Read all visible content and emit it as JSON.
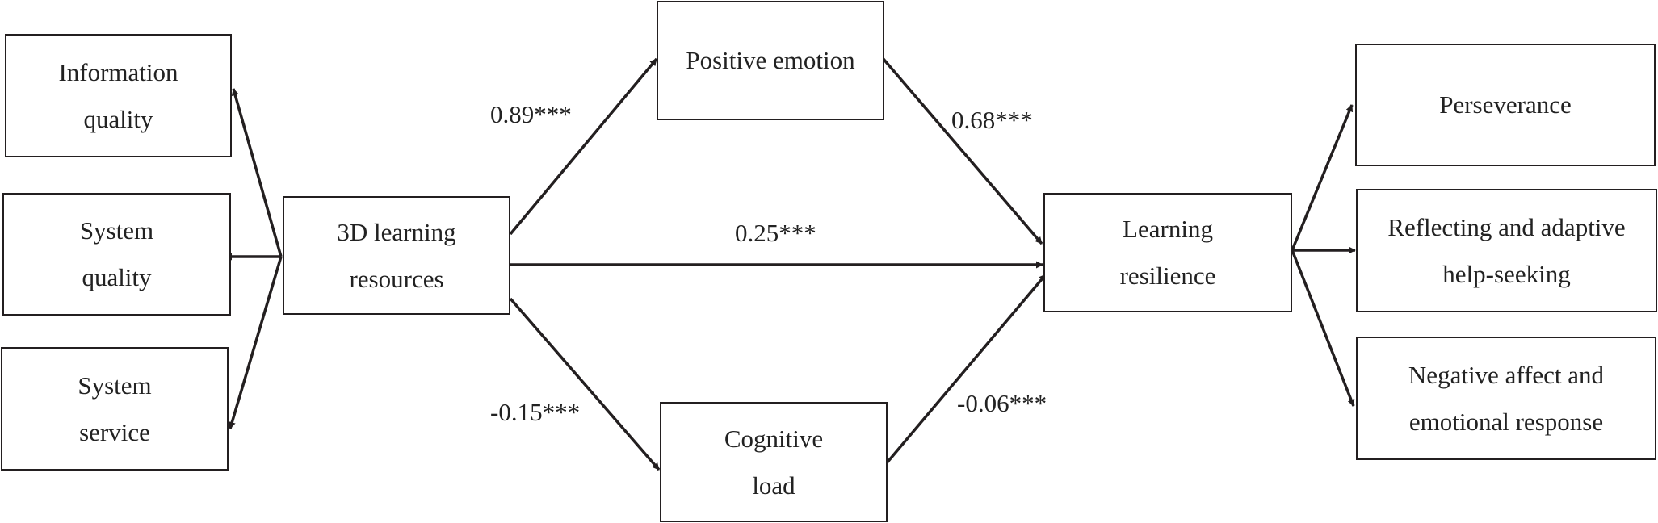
{
  "nodes": {
    "information_quality": {
      "lines": [
        "Information",
        "quality"
      ]
    },
    "system_quality": {
      "lines": [
        "System",
        "quality"
      ]
    },
    "system_service": {
      "lines": [
        "System",
        "service"
      ]
    },
    "learning_resources": {
      "lines": [
        "3D learning",
        "resources"
      ]
    },
    "positive_emotion": {
      "lines": [
        "Positive emotion"
      ]
    },
    "cognitive_load": {
      "lines": [
        "Cognitive",
        "load"
      ]
    },
    "learning_resilience": {
      "lines": [
        "Learning",
        "resilience"
      ]
    },
    "perseverance": {
      "lines": [
        "Perseverance"
      ]
    },
    "reflecting": {
      "lines": [
        "Reflecting and adaptive",
        "help-seeking"
      ]
    },
    "negative_affect": {
      "lines": [
        "Negative affect and",
        "emotional response"
      ]
    }
  },
  "paths": {
    "resources_to_positive": "0.89***",
    "positive_to_resilience": "0.68***",
    "resources_to_resilience": "0.25***",
    "resources_to_cognitive": "-0.15***",
    "cognitive_to_resilience": "-0.06***"
  },
  "colors": {
    "line": "#231f20",
    "text": "#222222"
  }
}
